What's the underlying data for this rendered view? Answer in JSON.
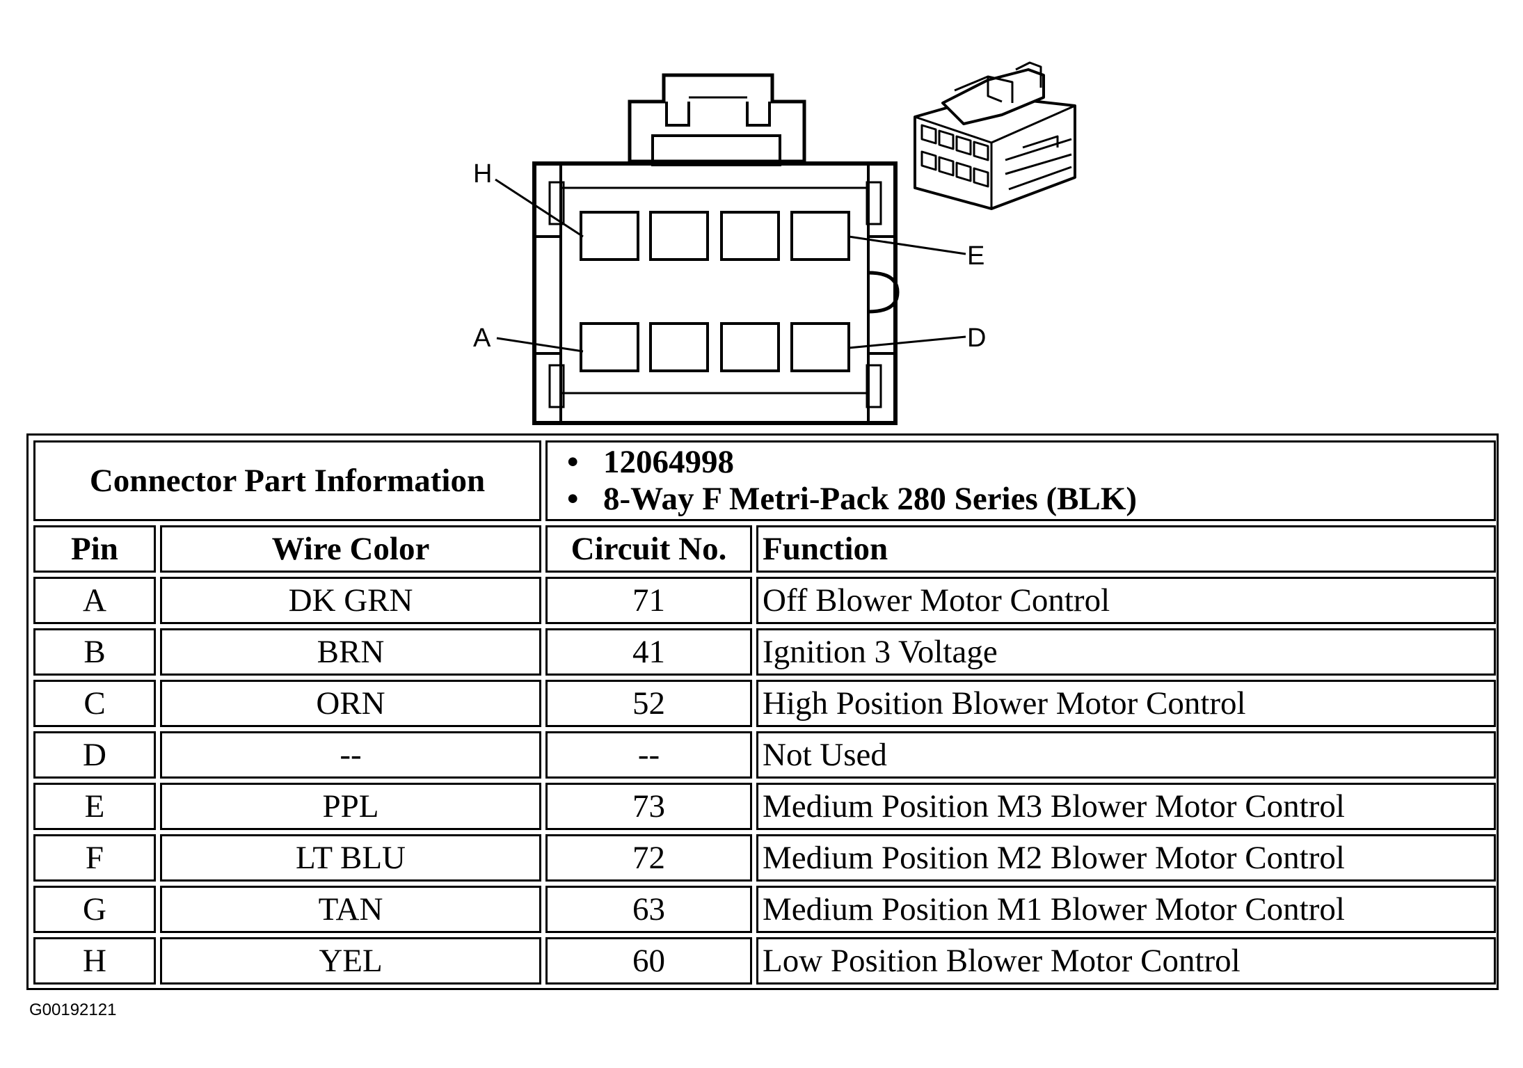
{
  "connector": {
    "pin_labels": {
      "top_left": "H",
      "top_right": "E",
      "bottom_left": "A",
      "bottom_right": "D"
    }
  },
  "part_info": {
    "heading": "Connector Part Information",
    "items": [
      "12064998",
      "8-Way F Metri-Pack 280 Series (BLK)"
    ],
    "bullet": "•"
  },
  "columns": {
    "pin": "Pin",
    "wire_color": "Wire Color",
    "circuit_no": "Circuit No.",
    "function": "Function"
  },
  "rows": [
    {
      "pin": "A",
      "wire_color": "DK GRN",
      "circuit_no": "71",
      "function": "Off Blower Motor Control"
    },
    {
      "pin": "B",
      "wire_color": "BRN",
      "circuit_no": "41",
      "function": "Ignition 3 Voltage"
    },
    {
      "pin": "C",
      "wire_color": "ORN",
      "circuit_no": "52",
      "function": "High Position Blower Motor Control"
    },
    {
      "pin": "D",
      "wire_color": "--",
      "circuit_no": "--",
      "function": "Not Used"
    },
    {
      "pin": "E",
      "wire_color": "PPL",
      "circuit_no": "73",
      "function": "Medium Position M3 Blower Motor Control"
    },
    {
      "pin": "F",
      "wire_color": "LT BLU",
      "circuit_no": "72",
      "function": "Medium Position M2 Blower Motor Control"
    },
    {
      "pin": "G",
      "wire_color": "TAN",
      "circuit_no": "63",
      "function": "Medium Position M1 Blower Motor Control"
    },
    {
      "pin": "H",
      "wire_color": "YEL",
      "circuit_no": "60",
      "function": "Low Position Blower Motor Control"
    }
  ],
  "figure_id": "G00192121"
}
